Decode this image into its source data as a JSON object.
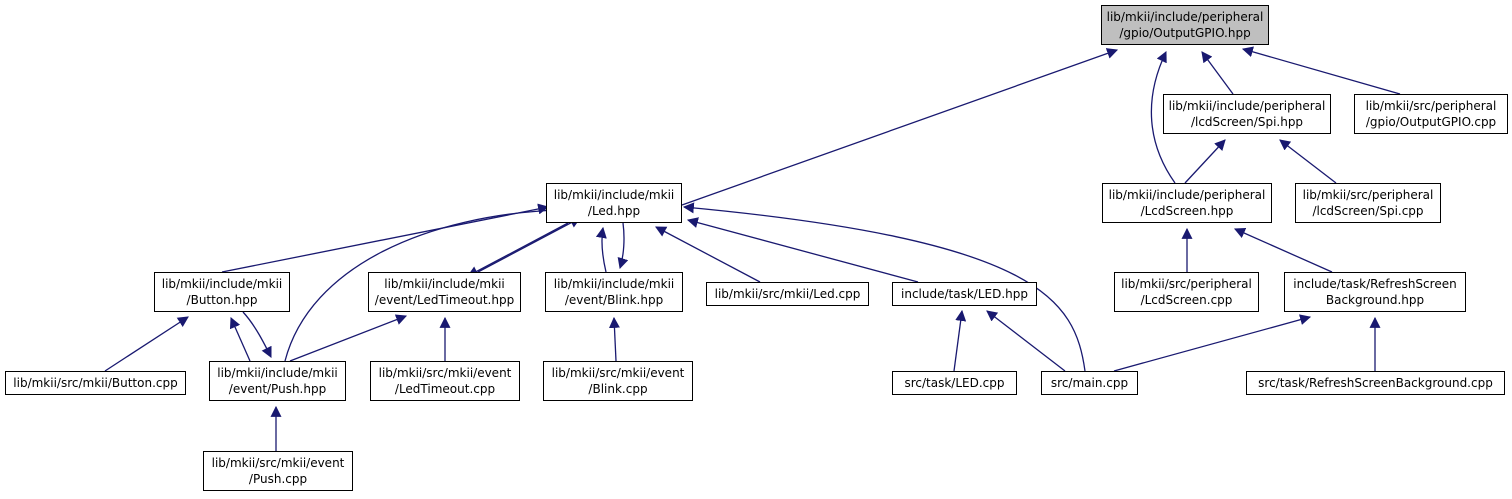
{
  "colors": {
    "edge": "#191970",
    "root_fill": "#bfbfbf",
    "node_fill": "#ffffff",
    "border": "#000000"
  },
  "nodes": {
    "root": [
      "lib/mkii/include/peripheral",
      "/gpio/OutputGPIO.hpp"
    ],
    "led_hpp": [
      "lib/mkii/include/mkii",
      "/Led.hpp"
    ],
    "spi_hpp": [
      "lib/mkii/include/peripheral",
      "/lcdScreen/Spi.hpp"
    ],
    "outputgpio_cpp": [
      "lib/mkii/src/peripheral",
      "/gpio/OutputGPIO.cpp"
    ],
    "lcdscreen_hpp": [
      "lib/mkii/include/peripheral",
      "/LcdScreen.hpp"
    ],
    "spi_cpp": [
      "lib/mkii/src/peripheral",
      "/lcdScreen/Spi.cpp"
    ],
    "button_hpp": [
      "lib/mkii/include/mkii",
      "/Button.hpp"
    ],
    "ledtimeout_hpp": [
      "lib/mkii/include/mkii",
      "/event/LedTimeout.hpp"
    ],
    "blink_hpp": [
      "lib/mkii/include/mkii",
      "/event/Blink.hpp"
    ],
    "led_cpp": [
      "lib/mkii/src/mkii/Led.cpp"
    ],
    "task_led_hpp": [
      "include/task/LED.hpp"
    ],
    "lcdscreen_cpp": [
      "lib/mkii/src/peripheral",
      "/LcdScreen.cpp"
    ],
    "refresh_hpp": [
      "include/task/RefreshScreen",
      "Background.hpp"
    ],
    "button_cpp": [
      "lib/mkii/src/mkii/Button.cpp"
    ],
    "push_hpp": [
      "lib/mkii/include/mkii",
      "/event/Push.hpp"
    ],
    "ledtimeout_cpp": [
      "lib/mkii/src/mkii/event",
      "/LedTimeout.cpp"
    ],
    "blink_cpp": [
      "lib/mkii/src/mkii/event",
      "/Blink.cpp"
    ],
    "task_led_cpp": [
      "src/task/LED.cpp"
    ],
    "main_cpp": [
      "src/main.cpp"
    ],
    "refresh_cpp": [
      "src/task/RefreshScreenBackground.cpp"
    ],
    "push_cpp": [
      "lib/mkii/src/mkii/event",
      "/Push.cpp"
    ]
  }
}
